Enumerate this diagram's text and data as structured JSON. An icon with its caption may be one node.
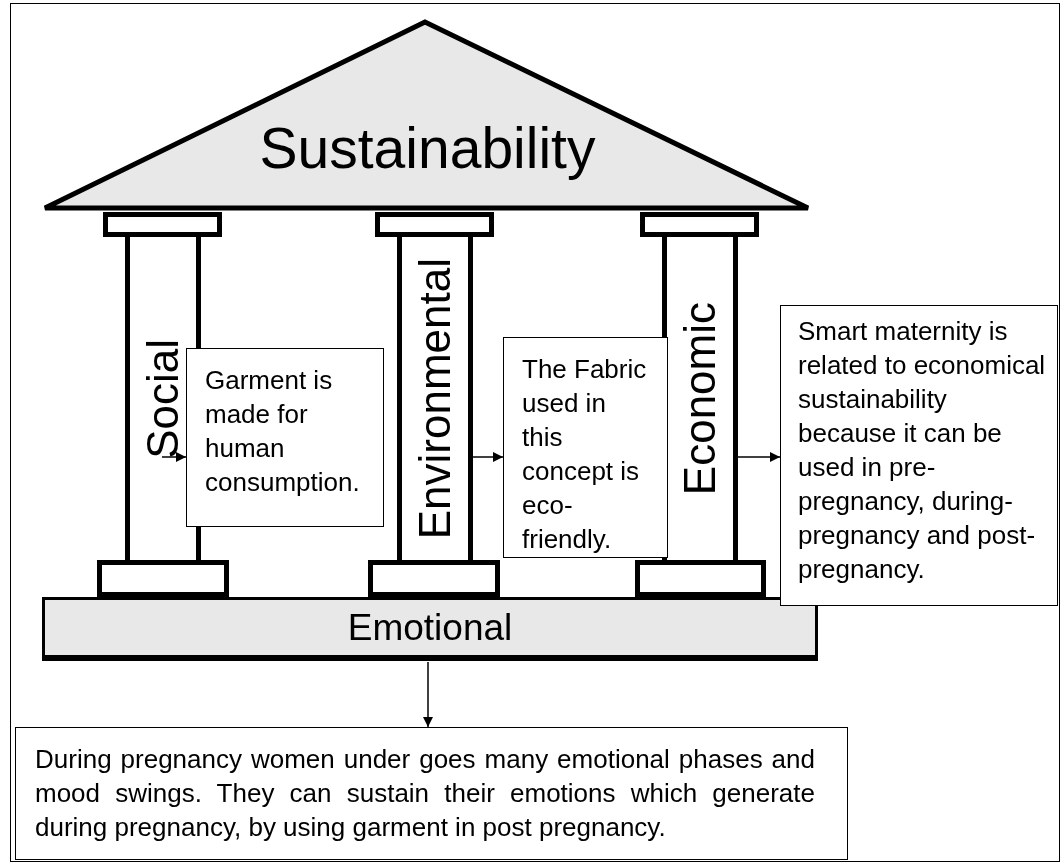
{
  "diagram": {
    "nodes": [
      {
        "text": [
          "Sustainability"
        ]
      },
      {
        "text": [
          "Social"
        ]
      },
      {
        "text": [
          "Environmental"
        ]
      },
      {
        "text": [
          "Economic"
        ]
      },
      {
        "text": [
          "Garment is made for human consumption."
        ]
      },
      {
        "text": [
          "The Fabric used in this concept is eco-friendly."
        ]
      },
      {
        "text": [
          "Smart maternity is related to economical sustainability because it can be used in pre-pregnancy, during-pregnancy and post-pregnancy."
        ]
      },
      {
        "text": [
          "Emotional"
        ]
      },
      {
        "text": [
          "During pregnancy women under goes many emotional phases and mood swings. They can sustain their emotions which generate during pregnancy, by using garment in post pregnancy."
        ]
      },
      {
        "text": [],
        "shape": "box"
      },
      {
        "text": [],
        "shape": "box"
      },
      {
        "text": [],
        "shape": "box"
      },
      {
        "text": [],
        "shape": "box"
      },
      {
        "text": [],
        "shape": "box"
      },
      {
        "text": [],
        "shape": "box"
      }
    ],
    "edges": [
      {
        "from": 1,
        "to": 4,
        "arrow": "to"
      },
      {
        "from": 2,
        "to": 5,
        "arrow": "to"
      },
      {
        "from": 3,
        "to": 6,
        "arrow": "to"
      },
      {
        "from": 7,
        "to": 8,
        "arrow": "to"
      }
    ]
  }
}
